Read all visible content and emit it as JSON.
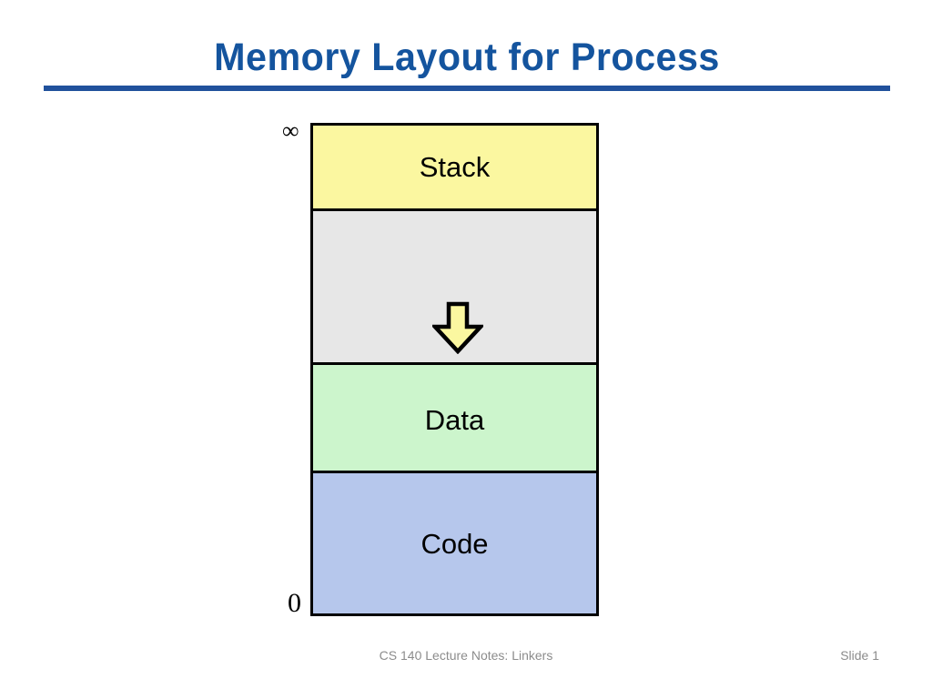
{
  "slide": {
    "title": "Memory Layout for Process",
    "title_color": "#14549E",
    "rule_color": "#21519C"
  },
  "diagram": {
    "top_label": "∞",
    "bottom_label": "0",
    "segments": [
      {
        "name": "stack",
        "label": "Stack",
        "color": "#FBF7A0"
      },
      {
        "name": "free",
        "label": "",
        "color": "#E7E7E7"
      },
      {
        "name": "data",
        "label": "Data",
        "color": "#CCF5CC"
      },
      {
        "name": "code",
        "label": "Code",
        "color": "#B6C7EC"
      }
    ],
    "arrows": [
      {
        "name": "stack-growth-down-arrow",
        "direction": "down",
        "color": "#FBF7A0"
      },
      {
        "name": "heap-growth-up-arrow",
        "direction": "up",
        "color": "#CCF5CC"
      }
    ]
  },
  "footer": {
    "note": "CS 140 Lecture Notes: Linkers",
    "slide_number": "Slide 1"
  }
}
